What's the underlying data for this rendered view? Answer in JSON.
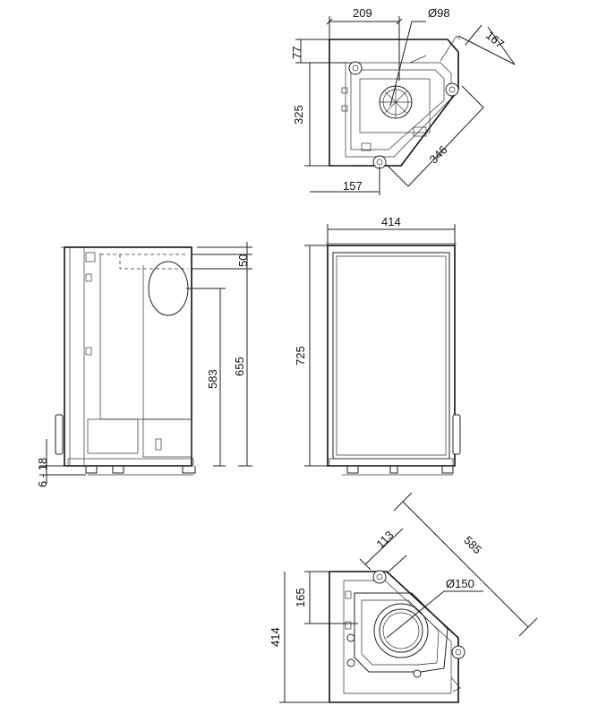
{
  "top_view": {
    "dim_width_top": "209",
    "dim_diameter_top": "Ø98",
    "dim_diag_short": "167",
    "dim_depth_top": "77",
    "dim_depth_main": "325",
    "dim_diag_long": "346",
    "dim_bottom": "157"
  },
  "side_view": {
    "dim_top_offset": "50",
    "dim_mid_height": "583",
    "dim_total_height": "655",
    "dim_feet_range": "6 - 18"
  },
  "front_view": {
    "dim_width": "414",
    "dim_height": "725"
  },
  "bottom_view": {
    "dim_diag_short": "113",
    "dim_diag_long": "585",
    "dim_diameter": "Ø150",
    "dim_offset": "165",
    "dim_depth": "414"
  }
}
